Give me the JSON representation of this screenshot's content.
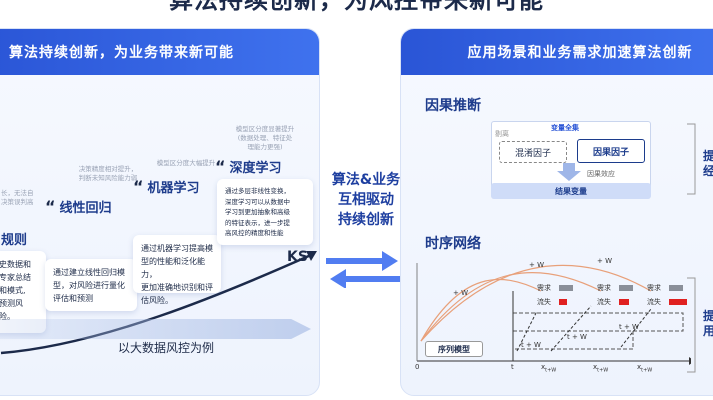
{
  "headline": "算法持续创新，为风控带来新可能",
  "left_panel": {
    "title": "算法持续创新，为业务带来新可能",
    "rule_label": "规则",
    "rule_note": "长，无法自\n决策误判高",
    "rule_card": "史数据和\n专家总结\n和模式,\n预测风险。",
    "linear": {
      "label": "线性回归",
      "note": "决策精度相对提升，\n判断未知风险能力弱",
      "card": "通过建立线性回归模\n型，对风险进行量化\n评估和预测"
    },
    "ml": {
      "label": "机器学习",
      "note": "模型区分度大幅提升",
      "card": "通过机器学习提高模\n型的性能和泛化能力，\n更加准确地识别和评\n估风险。"
    },
    "dl": {
      "label": "深度学习",
      "note": "模型区分度显著提升\n(数据处理、特征处\n理能力更强)",
      "card": "通过多层非线性变换，\n深度学习可以从数据中\n学习到更加抽象和高级\n的特征表示，进一步提\n高风控的精度和性能"
    },
    "ks_label": "KS",
    "caption": "以大数据风控为例"
  },
  "middle_text": [
    "算法&业务",
    "互相驱动",
    "持续创新"
  ],
  "right_panel": {
    "title": "应用场景和业务需求加速算法创新",
    "causal": {
      "title": "因果推断",
      "var_set": "变量全集",
      "eliminate": "剔离",
      "confounder": "混淆因子",
      "cause_factor": "因果因子",
      "effect": "因果效应",
      "result_var": "结果变量",
      "side_text": "提\n经"
    },
    "ts": {
      "title": "时序网络",
      "seq_model": "序列模型",
      "labels": {
        "plus_w": "+ W",
        "t_plus_w": "t + W",
        "demand": "需求",
        "churn": "流失",
        "zero": "0",
        "t": "t",
        "x1": "x",
        "x1_sub": "t+W",
        "x2_sub": "t+W",
        "x3_sub": "t+W"
      },
      "side_text": "提\n用"
    }
  },
  "colors": {
    "accent": "#2a55d6",
    "red": "#e02020",
    "gray": "#8a8f99"
  }
}
